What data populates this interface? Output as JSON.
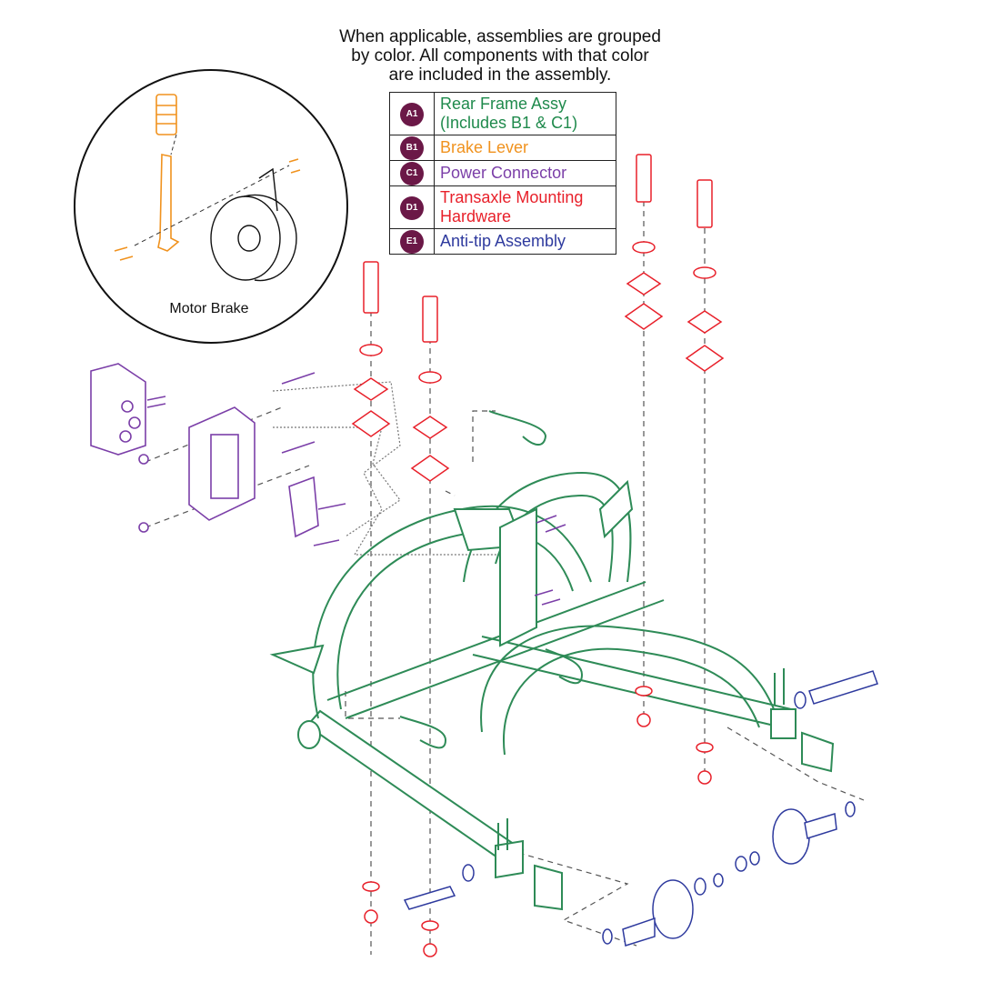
{
  "note": {
    "line1": "When applicable, assemblies are grouped",
    "line2": "by color. All components with that color",
    "line3": "are included in the assembly."
  },
  "legend": [
    {
      "badge": "A1",
      "line1": "Rear Frame Assy",
      "line2": "(Includes B1 & C1)",
      "color": "#1f8a4c"
    },
    {
      "badge": "B1",
      "line1": "Brake Lever",
      "line2": "",
      "color": "#f0921e"
    },
    {
      "badge": "C1",
      "line1": "Power Connector",
      "line2": "",
      "color": "#7b3fa8"
    },
    {
      "badge": "D1",
      "line1": "Transaxle Mounting",
      "line2": "Hardware",
      "color": "#e8202a"
    },
    {
      "badge": "E1",
      "line1": "Anti-tip Assembly",
      "line2": "",
      "color": "#2e3a9e"
    }
  ],
  "badge_color": "#6b1847",
  "inset": {
    "label": "Motor Brake"
  },
  "colors": {
    "frame": "#2e8b57",
    "brake_lever": "#f0921e",
    "power_connector": "#7b3fa8",
    "hardware": "#e8202a",
    "anti_tip": "#2e3a9e",
    "line": "#444444"
  }
}
